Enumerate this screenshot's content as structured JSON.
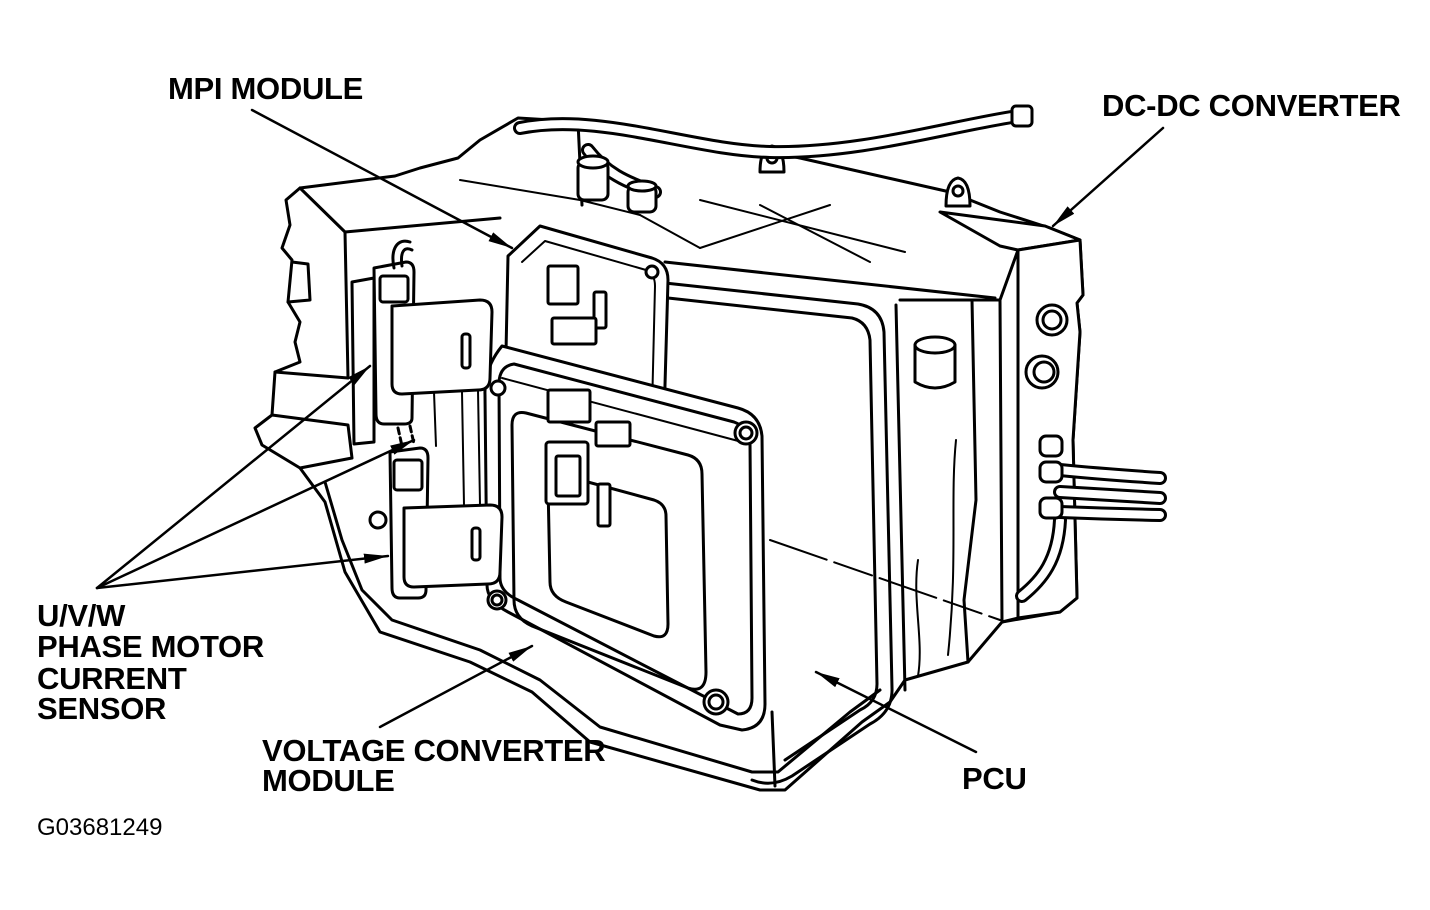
{
  "labels": {
    "mpi_module": "MPI MODULE",
    "dc_dc_converter": "DC-DC CONVERTER",
    "current_sensor": [
      "U/V/W",
      "PHASE MOTOR",
      "CURRENT",
      "SENSOR"
    ],
    "voltage_converter_module": [
      "VOLTAGE CONVERTER",
      "MODULE"
    ],
    "pcu": "PCU"
  },
  "figure_code": "G03681249",
  "colors": {
    "ink": "#000000",
    "paper": "#ffffff"
  }
}
